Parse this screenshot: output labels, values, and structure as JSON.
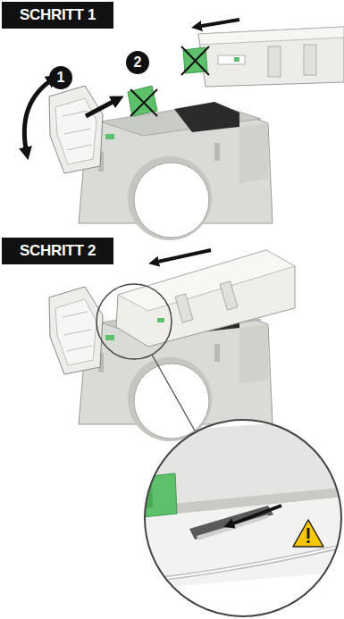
{
  "diagram": {
    "nodes": [
      {
        "text": [
          "SCHRITT 1"
        ]
      },
      {
        "text": [
          "2"
        ]
      },
      {
        "text": [
          "1"
        ]
      },
      {
        "text": [
          "SCHRITT 2"
        ]
      }
    ]
  }
}
